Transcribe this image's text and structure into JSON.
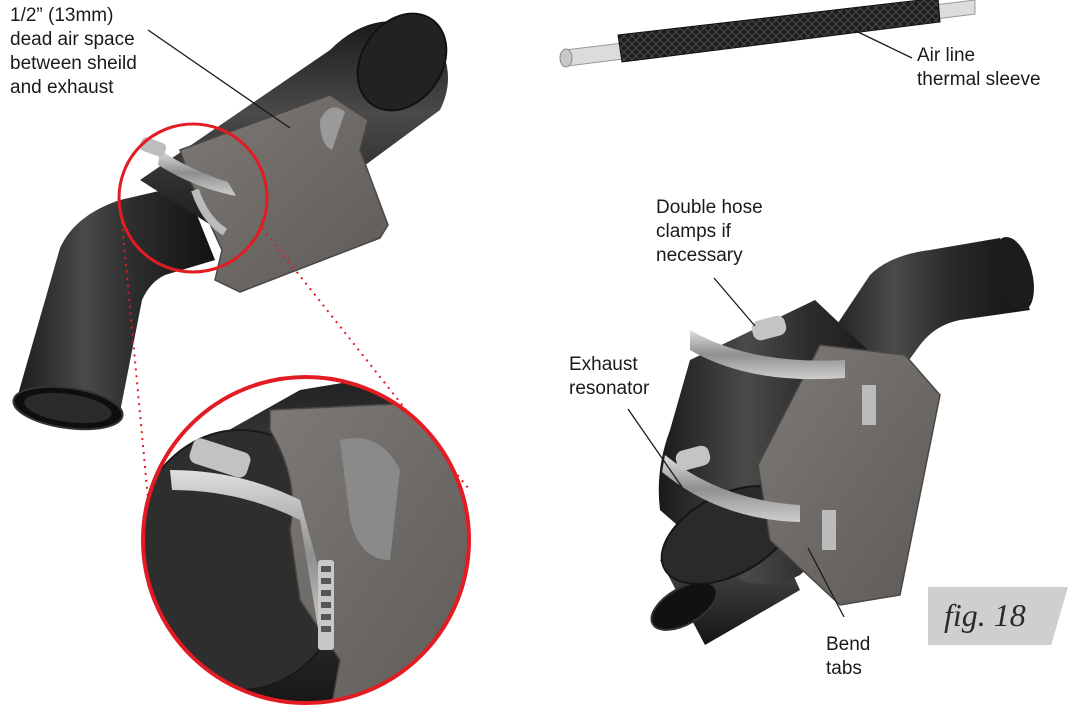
{
  "labels": {
    "dead_air": [
      "1/2” (13mm)",
      "dead air space",
      "between sheild",
      "and exhaust"
    ],
    "air_line": [
      "Air line",
      "thermal sleeve"
    ],
    "double_clamps": [
      "Double hose",
      "clamps if",
      "necessary"
    ],
    "resonator": [
      "Exhaust",
      "resonator"
    ],
    "bend_tabs": [
      "Bend",
      "tabs"
    ]
  },
  "figure_tag": "fig. 18",
  "colors": {
    "pipe_dark": "#2b2b2b",
    "shield": "#6e6a67",
    "clamp": "#b5b5b5",
    "callout_red": "#e31b23",
    "sleeve": "#1e1e1e",
    "sleeve_tube": "#d8d8d8",
    "tag_bg": "#cfcfcf"
  },
  "icons": [
    "hose-clamp-icon",
    "heat-shield-icon",
    "exhaust-pipe-icon"
  ]
}
